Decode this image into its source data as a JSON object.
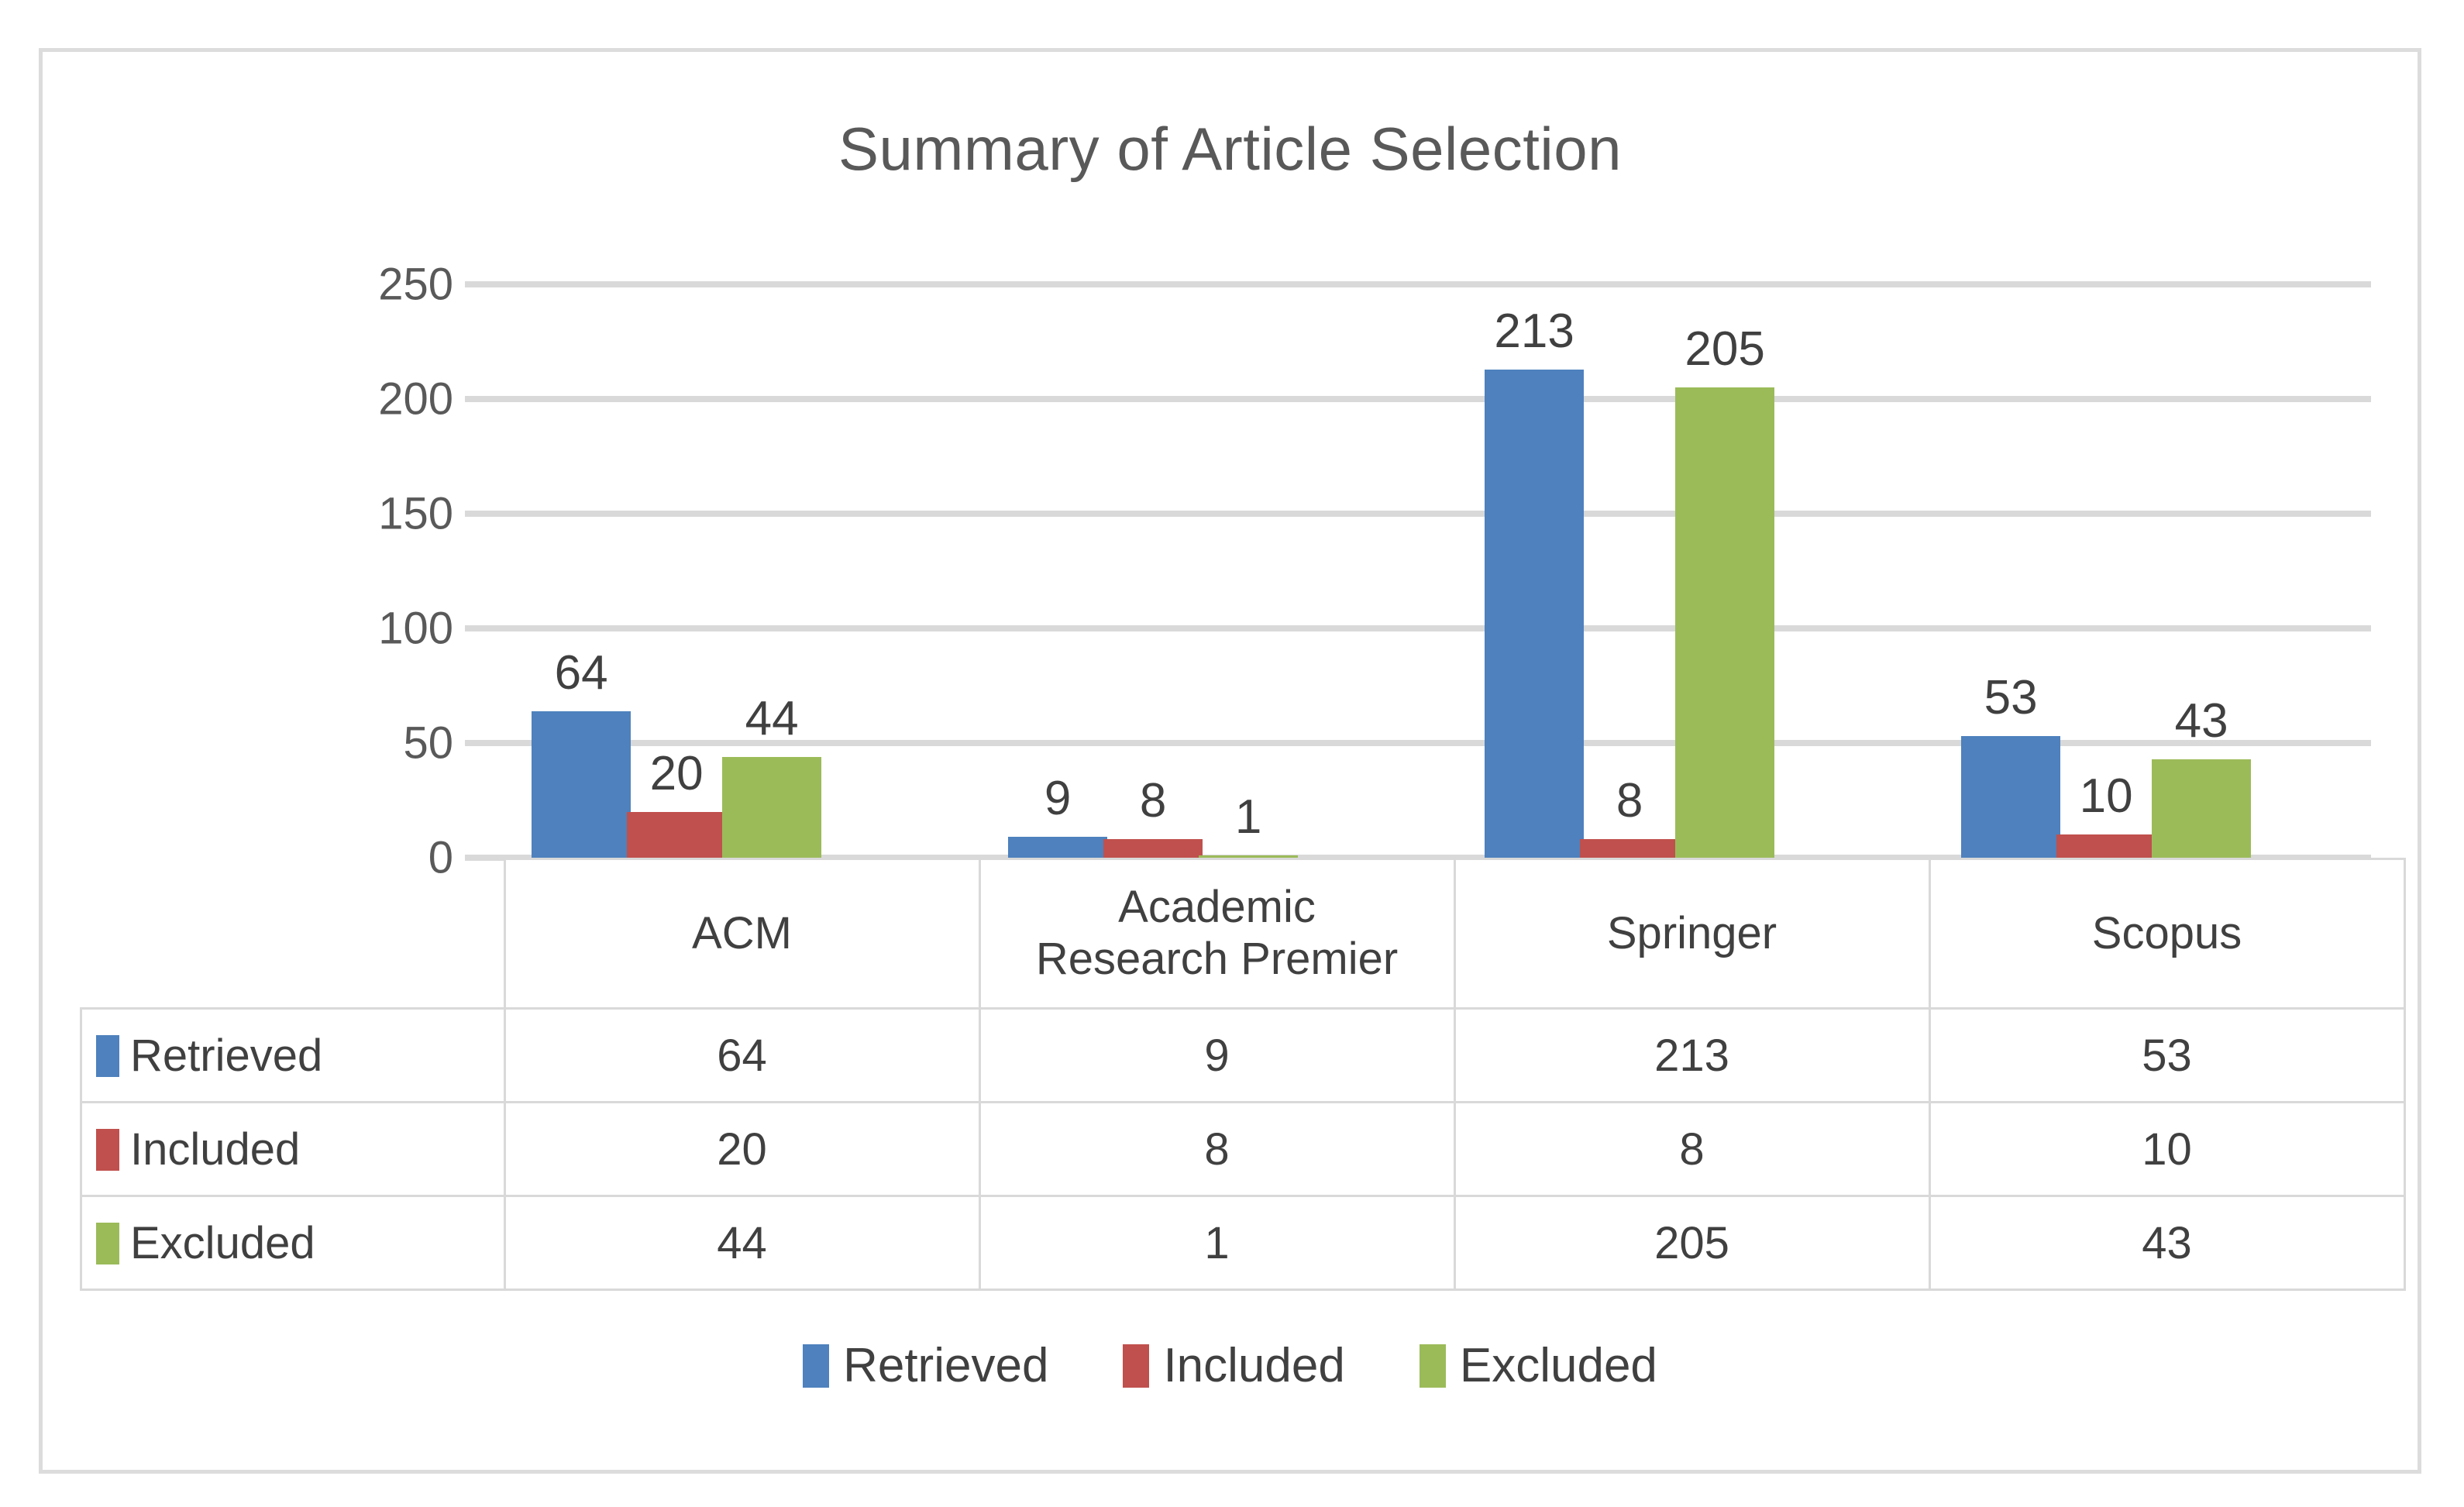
{
  "chart_data": {
    "type": "bar",
    "title": "Summary of Article Selection",
    "xlabel": "",
    "ylabel": "",
    "ylim": [
      0,
      250
    ],
    "ytick_labels": [
      "250",
      "200",
      "150",
      "100",
      "50",
      "0"
    ],
    "yticks": [
      250,
      200,
      150,
      100,
      50,
      0
    ],
    "grid": true,
    "legend_position": "bottom",
    "data_labels": true,
    "categories": [
      "ACM",
      "Academic Research Premier",
      "Springer",
      "Scopus"
    ],
    "category_lines": [
      [
        "ACM"
      ],
      [
        "Academic",
        "Research Premier"
      ],
      [
        "Springer"
      ],
      [
        "Scopus"
      ]
    ],
    "series": [
      {
        "name": "Retrieved",
        "color": "#4E81BD",
        "values": [
          64,
          9,
          213,
          53
        ]
      },
      {
        "name": "Included",
        "color": "#C0504D",
        "values": [
          20,
          8,
          8,
          10
        ]
      },
      {
        "name": "Excluded",
        "color": "#9BBB59",
        "values": [
          44,
          1,
          205,
          43
        ]
      }
    ]
  },
  "table": {
    "corner_label": "",
    "column_headers": [
      "ACM",
      "Academic Research Premier",
      "Springer",
      "Scopus"
    ],
    "rows": [
      {
        "label": "Retrieved",
        "color": "#4E81BD",
        "cells": [
          "64",
          "9",
          "213",
          "53"
        ]
      },
      {
        "label": "Included",
        "color": "#C0504D",
        "cells": [
          "20",
          "8",
          "8",
          "10"
        ]
      },
      {
        "label": "Excluded",
        "color": "#9BBB59",
        "cells": [
          "44",
          "1",
          "205",
          "43"
        ]
      }
    ]
  },
  "legend": {
    "items": [
      {
        "label": "Retrieved",
        "color": "#4E81BD"
      },
      {
        "label": "Included",
        "color": "#C0504D"
      },
      {
        "label": "Excluded",
        "color": "#9BBB59"
      }
    ]
  },
  "style": {
    "title_color": "#595959",
    "text_color": "#404040",
    "gridline_color": "#d9d9d9",
    "border_color": "#dcdcdc",
    "background": "#ffffff"
  }
}
